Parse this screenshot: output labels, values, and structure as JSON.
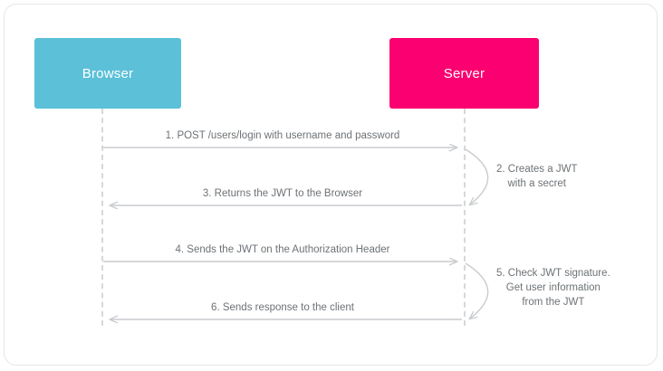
{
  "diagram": {
    "title": "JWT authentication sequence diagram",
    "colors": {
      "browser": "#5bc0d8",
      "server": "#fa0070",
      "line": "#c9cccf",
      "lifeline": "#d6d8da",
      "text": "#6d7276",
      "frame": "#e4e6e8",
      "background": "#ffffff"
    },
    "actors": [
      {
        "id": "browser",
        "label": "Browser",
        "color": "#5bc0d8"
      },
      {
        "id": "server",
        "label": "Server",
        "color": "#fa0070"
      }
    ],
    "messages": [
      {
        "step": "1",
        "label": "1. POST /users/login with username and password",
        "from": "browser",
        "to": "server",
        "direction": "right",
        "kind": "arrow"
      },
      {
        "step": "2",
        "label": "2. Creates a JWT\nwith a secret",
        "line1": "2. Creates a JWT",
        "line2": "with a secret",
        "from": "server",
        "to": "server",
        "direction": "self",
        "kind": "self-loop"
      },
      {
        "step": "3",
        "label": "3. Returns the JWT to the Browser",
        "from": "server",
        "to": "browser",
        "direction": "left",
        "kind": "arrow"
      },
      {
        "step": "4",
        "label": "4. Sends the JWT on the Authorization Header",
        "from": "browser",
        "to": "server",
        "direction": "right",
        "kind": "arrow"
      },
      {
        "step": "5",
        "label": "5. Check JWT signature.\nGet user information\nfrom the JWT",
        "line1": "5. Check JWT signature.",
        "line2": "Get user information",
        "line3": "from the JWT",
        "from": "server",
        "to": "server",
        "direction": "self",
        "kind": "self-loop"
      },
      {
        "step": "6",
        "label": "6. Sends response to the client",
        "from": "server",
        "to": "browser",
        "direction": "left",
        "kind": "arrow"
      }
    ]
  }
}
